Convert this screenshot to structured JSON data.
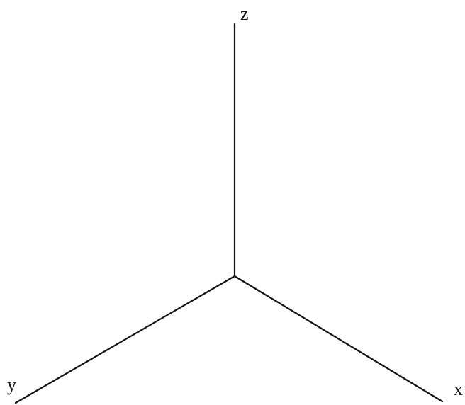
{
  "diagram": {
    "axes": {
      "z": {
        "label": "z"
      },
      "y": {
        "label": "y"
      },
      "x": {
        "label": "x"
      }
    }
  }
}
